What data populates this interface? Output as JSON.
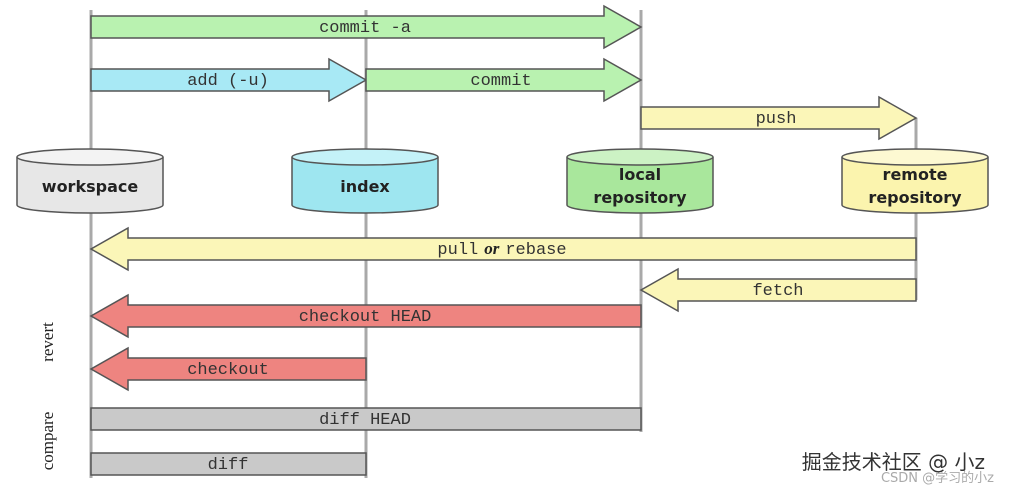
{
  "colors": {
    "green": "#B9F2B0",
    "cyan": "#A8E9F5",
    "yellow": "#FBF6B8",
    "red": "#EE8480",
    "gray": "#C9C9C9",
    "workspace": "#E7E7E7",
    "index": "#9EE6F0",
    "local": "#A9E79C",
    "remote": "#FBF4AE",
    "line": "#A9A9A9"
  },
  "stores": {
    "workspace": "workspace",
    "index": "index",
    "local_line1": "local",
    "local_line2": "repository",
    "remote_line1": "remote",
    "remote_line2": "repository"
  },
  "arrows": {
    "commit_a": "commit -a",
    "add": "add (-u)",
    "commit": "commit",
    "push": "push",
    "pull_a": "pull",
    "pull_or": "or",
    "pull_b": "rebase",
    "fetch": "fetch",
    "checkout_head": "checkout HEAD",
    "checkout": "checkout",
    "diff_head": "diff HEAD",
    "diff": "diff"
  },
  "side_labels": {
    "revert": "revert",
    "compare": "compare"
  },
  "watermark": {
    "main": "掘金技术社区 @ 小z",
    "faint": "CSDN @学习的小z"
  }
}
